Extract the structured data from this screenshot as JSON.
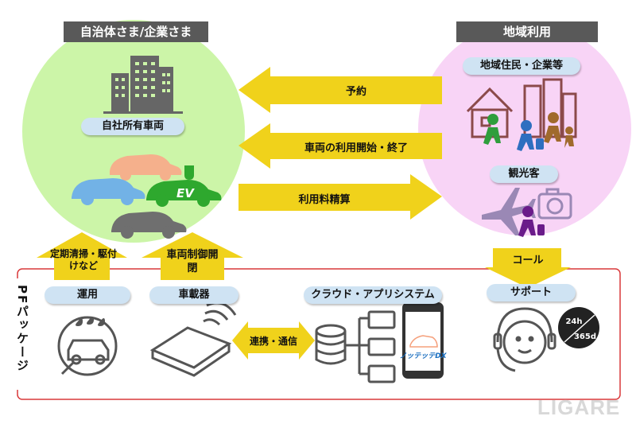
{
  "left_header": "自治体さま/企業さま",
  "right_header": "地域利用",
  "own_vehicles_label": "自社所有車両",
  "ev_badge": "EV",
  "arrows": {
    "reservation": "予約",
    "start_end": "車両の利用開始・終了",
    "fee": "利用料精算",
    "call": "コール",
    "cleaning": "定期清掃・駆付けなど",
    "control": "車両制御開閉",
    "link": "連携・通信"
  },
  "residents_label": "地域住民・企業等",
  "tourists_label": "観光客",
  "pf_package_label": "PFパッケージ",
  "operation_label": "運用",
  "onboard_label": "車載器",
  "cloud_label": "クラウド・アプリシステム",
  "support_label": "サポート",
  "app_brand": "ノッテッテDX",
  "hours": "24h",
  "days": "365d",
  "watermark": "LIGARE",
  "colors": {
    "left_circle": "#ccf5a8",
    "right_circle": "#f8d4f6",
    "arrow": "#f0d21b",
    "header": "#595959",
    "pill": "#cfe3f3",
    "frame": "#d9383a"
  }
}
